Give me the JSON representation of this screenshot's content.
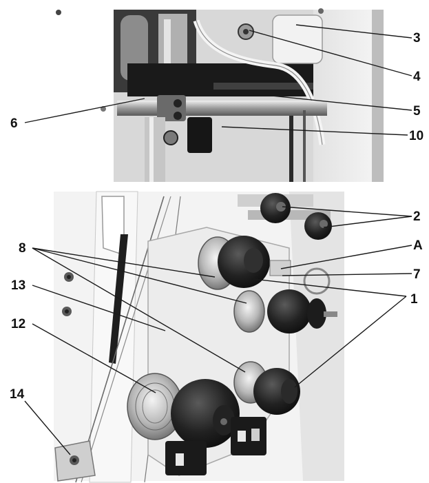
{
  "callouts": {
    "c1": "1",
    "c2": "2",
    "c3": "3",
    "c4": "4",
    "c5": "5",
    "c6": "6",
    "c7": "7",
    "c8": "8",
    "c10": "10",
    "c12": "12",
    "c13": "13",
    "c14": "14",
    "cA": "A"
  },
  "colors": {
    "label": "#111111",
    "photo_dark": "#1c1c1c",
    "photo_mid": "#8a8a8a",
    "photo_light": "#e8e8e8"
  }
}
